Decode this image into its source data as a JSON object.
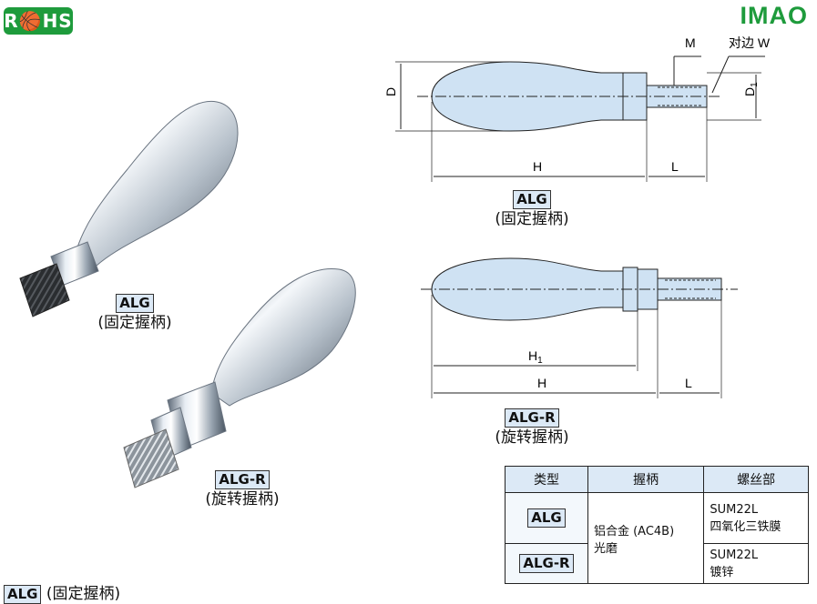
{
  "header": {
    "rohs_label": "R🏀HS",
    "brand": "IMAO"
  },
  "photos": {
    "alg_tag": "ALG",
    "alg_caption": "(固定握柄)",
    "algr_tag": "ALG-R",
    "algr_caption": "(旋转握柄)"
  },
  "drawing_top": {
    "label_M": "M",
    "label_W": "对边 W",
    "label_D": "D",
    "label_D1": "D",
    "label_D1_sub": "1",
    "label_H": "H",
    "label_L": "L",
    "tag": "ALG",
    "caption": "(固定握柄)"
  },
  "drawing_bottom": {
    "label_H1": "H",
    "label_H1_sub": "1",
    "label_H": "H",
    "label_L": "L",
    "tag": "ALG-R",
    "caption": "(旋转握柄)"
  },
  "spec_table": {
    "headers": [
      "类型",
      "握柄",
      "螺丝部"
    ],
    "row1_type": "ALG",
    "row2_type": "ALG-R",
    "handle_material_1": "铝合金 (AC4B)",
    "handle_material_2": "光磨",
    "row1_screw_1": "SUM22L",
    "row1_screw_2": "四氧化三铁膜",
    "row2_screw_1": "SUM22L",
    "row2_screw_2": "镀锌"
  },
  "footer": {
    "tag": "ALG",
    "caption": "(固定握柄)"
  }
}
